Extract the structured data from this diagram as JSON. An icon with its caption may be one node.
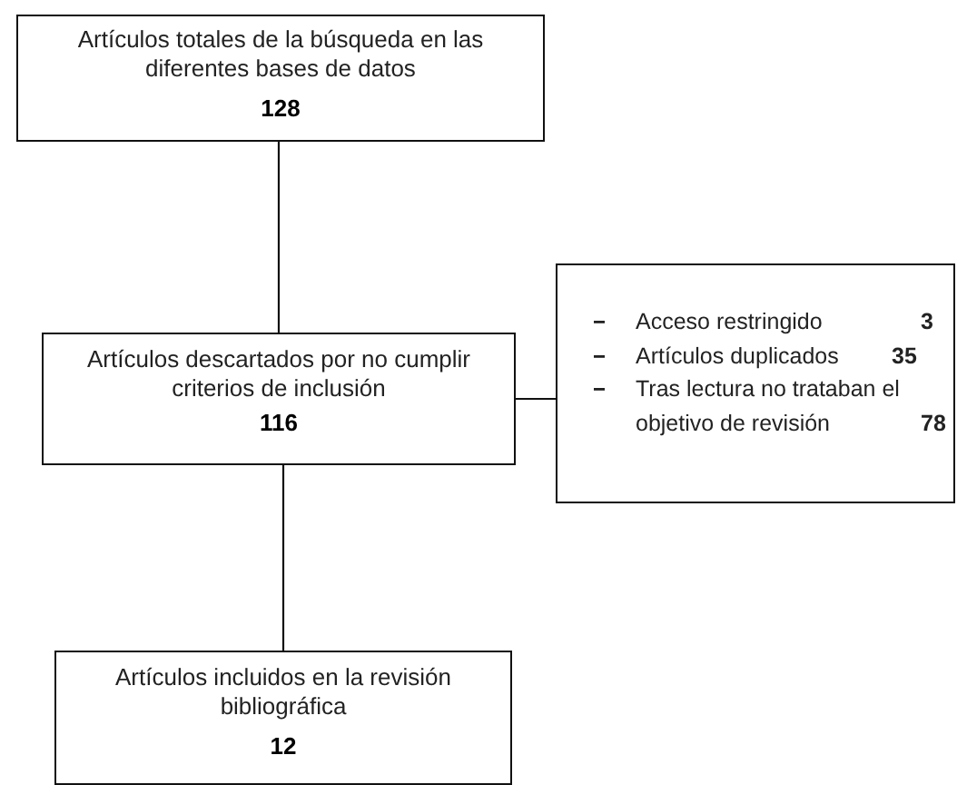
{
  "diagram": {
    "nodes": [
      {
        "text": [
          "Artículos totales de la búsqueda en las diferentes bases de datos",
          "128"
        ]
      },
      {
        "text": [
          "Artículos descartados por no cumplir criterios de inclusión",
          "116"
        ]
      },
      {
        "text": [
          "Acceso restringido",
          "3",
          "Artículos duplicados",
          "35",
          "Tras lectura no trataban el objetivo de revisión",
          "78"
        ]
      },
      {
        "text": [
          "Artículos incluidos en la revisión bibliográfica",
          "12"
        ]
      }
    ],
    "edges": [
      {
        "from": 0,
        "to": 1,
        "arrow": "none"
      },
      {
        "from": 1,
        "to": 2,
        "arrow": "none"
      },
      {
        "from": 1,
        "to": 3,
        "arrow": "none"
      }
    ]
  }
}
